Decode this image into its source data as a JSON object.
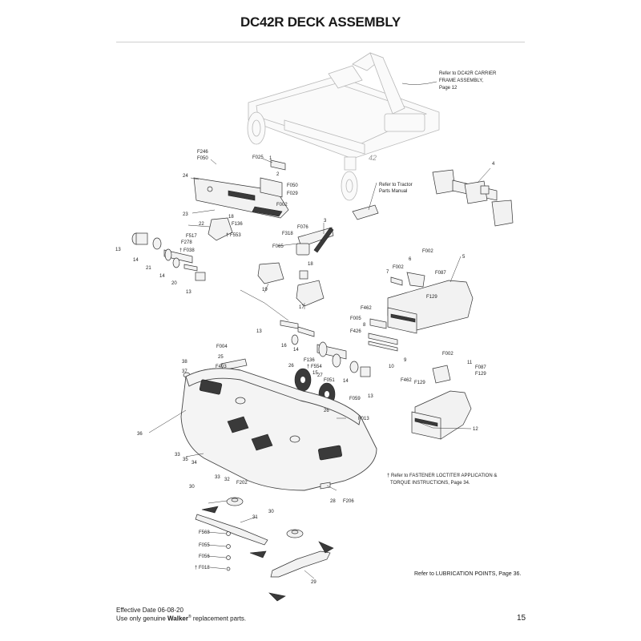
{
  "page": {
    "title": "DC42R DECK ASSEMBLY",
    "page_number": "15",
    "effective_date": "Effective Date 06-08-20",
    "genuine_prefix": "Use only genuine ",
    "genuine_brand": "Walker",
    "genuine_reg": "®",
    "genuine_suffix": " replacement parts."
  },
  "notes": {
    "carrier_line1": "Refer to DC42R CARRIER",
    "carrier_line2": "FRAME ASSEMBLY,",
    "carrier_line3": "Page 12",
    "tractor_line1": "Refer to Tractor",
    "tractor_line2": "Parts Manual",
    "loctite_line1": "† Refer to FASTENER LOCTITE® APPLICATION &",
    "loctite_line2": "TORQUE INSTRUCTIONS, Page 34.",
    "lubrication": "Refer to LUBRICATION POINTS, Page 36.",
    "frame_badge": "42"
  },
  "callouts": [
    {
      "id": "c-f246",
      "text": "F246"
    },
    {
      "id": "c-f050a",
      "text": "F050"
    },
    {
      "id": "c-f025",
      "text": "F025"
    },
    {
      "id": "c-1",
      "text": "1"
    },
    {
      "id": "c-2",
      "text": "2"
    },
    {
      "id": "c-f050b",
      "text": "F050"
    },
    {
      "id": "c-f029",
      "text": "F029"
    },
    {
      "id": "c-f002a",
      "text": "F002"
    },
    {
      "id": "c-24",
      "text": "24"
    },
    {
      "id": "c-23",
      "text": "23"
    },
    {
      "id": "c-18a",
      "text": "18"
    },
    {
      "id": "c-f136a",
      "text": "F136"
    },
    {
      "id": "c-22",
      "text": "22"
    },
    {
      "id": "c-f553",
      "text": "† F553"
    },
    {
      "id": "c-f517",
      "text": "F517"
    },
    {
      "id": "c-f278",
      "text": "F278"
    },
    {
      "id": "c-f038",
      "text": "† F038"
    },
    {
      "id": "c-13a",
      "text": "13"
    },
    {
      "id": "c-14a",
      "text": "14"
    },
    {
      "id": "c-21",
      "text": "21"
    },
    {
      "id": "c-14b",
      "text": "14"
    },
    {
      "id": "c-20",
      "text": "20"
    },
    {
      "id": "c-13b",
      "text": "13"
    },
    {
      "id": "c-3",
      "text": "3"
    },
    {
      "id": "c-f076",
      "text": "F076"
    },
    {
      "id": "c-f318",
      "text": "F318"
    },
    {
      "id": "c-f065",
      "text": "F065"
    },
    {
      "id": "c-18b",
      "text": "18"
    },
    {
      "id": "c-19",
      "text": "19"
    },
    {
      "id": "c-17",
      "text": "17"
    },
    {
      "id": "c-4",
      "text": "4"
    },
    {
      "id": "c-7",
      "text": "7"
    },
    {
      "id": "c-6",
      "text": "6"
    },
    {
      "id": "c-f002b",
      "text": "F002"
    },
    {
      "id": "c-f002c",
      "text": "F002"
    },
    {
      "id": "c-5",
      "text": "5"
    },
    {
      "id": "c-f087a",
      "text": "F087"
    },
    {
      "id": "c-f129a",
      "text": "F129"
    },
    {
      "id": "c-f462a",
      "text": "F462"
    },
    {
      "id": "c-f005",
      "text": "F005"
    },
    {
      "id": "c-8",
      "text": "8"
    },
    {
      "id": "c-f426",
      "text": "F426"
    },
    {
      "id": "c-9",
      "text": "9"
    },
    {
      "id": "c-10",
      "text": "10"
    },
    {
      "id": "c-f462b",
      "text": "F462"
    },
    {
      "id": "c-f129b",
      "text": "F129"
    },
    {
      "id": "c-f002d",
      "text": "F002"
    },
    {
      "id": "c-11",
      "text": "11"
    },
    {
      "id": "c-f087b",
      "text": "F087"
    },
    {
      "id": "c-f129c",
      "text": "F129"
    },
    {
      "id": "c-13c",
      "text": "13"
    },
    {
      "id": "c-16",
      "text": "16"
    },
    {
      "id": "c-14c",
      "text": "14"
    },
    {
      "id": "c-f136b",
      "text": "F136"
    },
    {
      "id": "c-26a",
      "text": "26"
    },
    {
      "id": "c-f554",
      "text": "† F554"
    },
    {
      "id": "c-15",
      "text": "15"
    },
    {
      "id": "c-27",
      "text": "27"
    },
    {
      "id": "c-f051",
      "text": "F051"
    },
    {
      "id": "c-14d",
      "text": "14"
    },
    {
      "id": "c-13d",
      "text": "13"
    },
    {
      "id": "c-f059",
      "text": "F059"
    },
    {
      "id": "c-26b",
      "text": "26"
    },
    {
      "id": "c-f013",
      "text": "F013"
    },
    {
      "id": "c-12",
      "text": "12"
    },
    {
      "id": "c-f004",
      "text": "F004"
    },
    {
      "id": "c-25",
      "text": "25"
    },
    {
      "id": "c-f403",
      "text": "F403"
    },
    {
      "id": "c-38",
      "text": "38"
    },
    {
      "id": "c-37",
      "text": "37"
    },
    {
      "id": "c-36",
      "text": "36"
    },
    {
      "id": "c-33a",
      "text": "33"
    },
    {
      "id": "c-35",
      "text": "35"
    },
    {
      "id": "c-34",
      "text": "34"
    },
    {
      "id": "c-33b",
      "text": "33"
    },
    {
      "id": "c-32",
      "text": "32"
    },
    {
      "id": "c-f202",
      "text": "F202"
    },
    {
      "id": "c-28",
      "text": "28"
    },
    {
      "id": "c-f206",
      "text": "F206"
    },
    {
      "id": "c-30a",
      "text": "30"
    },
    {
      "id": "c-31",
      "text": "31"
    },
    {
      "id": "c-f568",
      "text": "F568"
    },
    {
      "id": "c-f055",
      "text": "F055"
    },
    {
      "id": "c-f056",
      "text": "F056"
    },
    {
      "id": "c-f018",
      "text": "† F018"
    },
    {
      "id": "c-30b",
      "text": "30"
    },
    {
      "id": "c-29",
      "text": "29"
    }
  ]
}
